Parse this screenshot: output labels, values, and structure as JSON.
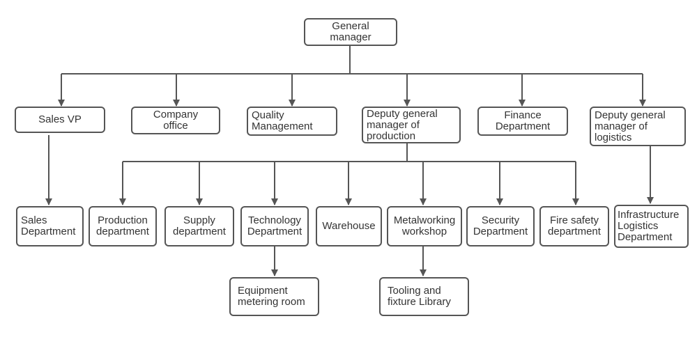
{
  "nodes": {
    "general_manager": "General\nmanager",
    "sales_vp": "Sales VP",
    "company_office": "Company\noffice",
    "quality_management": "Quality\nManagement",
    "deputy_gm_production": "Deputy general\nmanager of\nproduction",
    "finance_department": "Finance\nDepartment",
    "deputy_gm_logistics": "Deputy general\nmanager of\nlogistics",
    "sales_department": "Sales\nDepartment",
    "production_department": "Production\ndepartment",
    "supply_department": "Supply\ndepartment",
    "technology_department": "Technology\nDepartment",
    "warehouse": "Warehouse",
    "metalworking_workshop": "Metalworking\nworkshop",
    "security_department": "Security\nDepartment",
    "fire_safety_department": "Fire safety\ndepartment",
    "infrastructure_logistics_department": "Infrastructure\nLogistics\nDepartment",
    "equipment_metering_room": "Equipment\nmetering room",
    "tooling_fixture_library": "Tooling and\nfixture Library"
  },
  "colors": {
    "line": "#555555",
    "text": "#333333",
    "border": "#555555"
  }
}
